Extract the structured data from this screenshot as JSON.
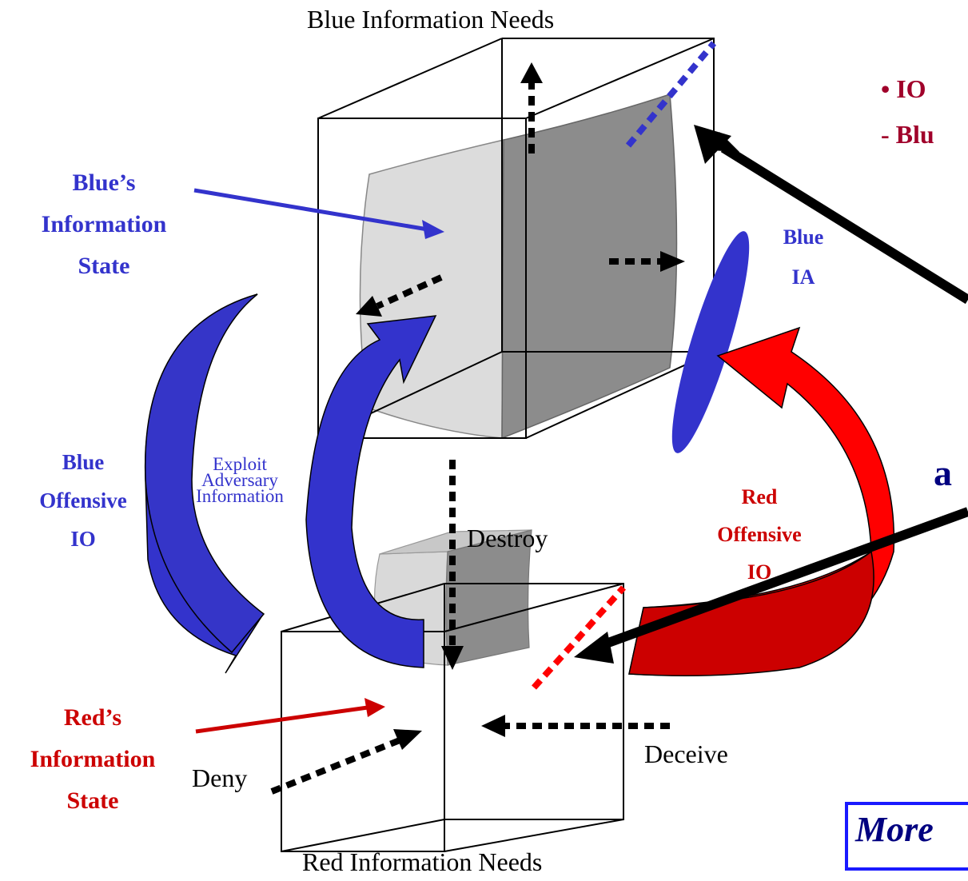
{
  "labels": {
    "blue_info_needs": "Blue Information Needs",
    "red_info_needs": "Red Information Needs",
    "blue_info_state": [
      "Blue’s",
      "Information",
      "State"
    ],
    "red_info_state": [
      "Red’s",
      "Information",
      "State"
    ],
    "blue_ia": [
      "Blue",
      "IA"
    ],
    "blue_offensive_io": [
      "Blue",
      "Offensive",
      "IO"
    ],
    "red_offensive_io": [
      "Red",
      "Offensive",
      "IO"
    ],
    "exploit": [
      "Exploit",
      "Adversary",
      "Information"
    ],
    "destroy": "Destroy",
    "deny": "Deny",
    "deceive": "Deceive",
    "bullet1": "• IO",
    "bullet2": "- Blu",
    "partial_letter": "a",
    "more": "More"
  },
  "colors": {
    "blue": "#3333cc",
    "red": "#ff0000",
    "dark_red": "#cc0000",
    "maroon": "#a0002a",
    "black": "#000000",
    "light_gray": "#d9d9d9",
    "dark_gray": "#8a8a8a"
  }
}
